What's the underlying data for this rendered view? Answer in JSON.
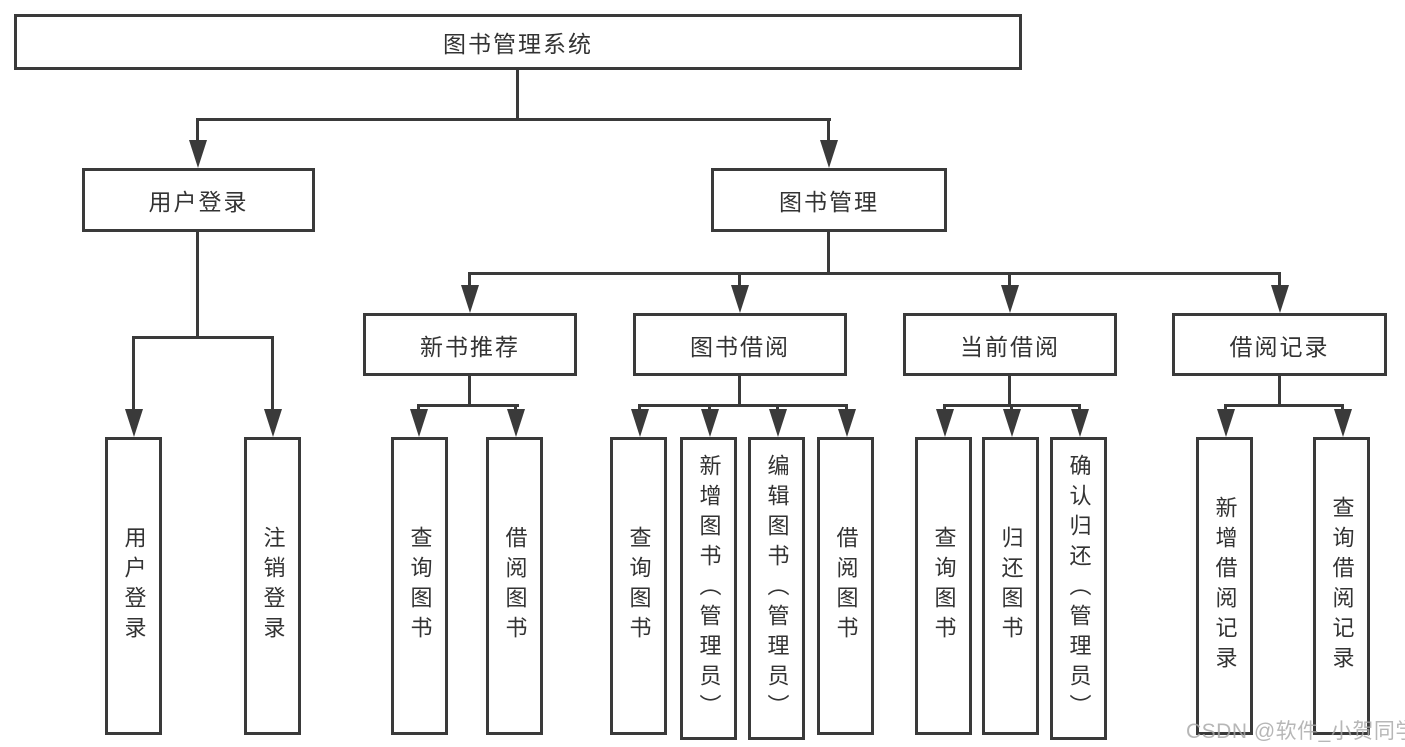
{
  "diagram_title": "图书管理系统",
  "watermark": "CSDN @软件_小贺同学",
  "colors": {
    "line": "#3a3a3a",
    "text": "#333333",
    "background": "#ffffff",
    "watermark": "#a8a8a8"
  },
  "level1": {
    "label": "图书管理系统"
  },
  "level2": [
    {
      "label": "用户登录"
    },
    {
      "label": "图书管理"
    }
  ],
  "level3": [
    {
      "label": "新书推荐",
      "parent": "图书管理"
    },
    {
      "label": "图书借阅",
      "parent": "图书管理"
    },
    {
      "label": "当前借阅",
      "parent": "图书管理"
    },
    {
      "label": "借阅记录",
      "parent": "图书管理"
    }
  ],
  "leaves": [
    {
      "label": "用户登录",
      "parent": "用户登录"
    },
    {
      "label": "注销登录",
      "parent": "用户登录"
    },
    {
      "label": "查询图书",
      "parent": "新书推荐"
    },
    {
      "label": "借阅图书",
      "parent": "新书推荐"
    },
    {
      "label": "查询图书",
      "parent": "图书借阅"
    },
    {
      "label": "新增图书（管理员）",
      "parent": "图书借阅"
    },
    {
      "label": "编辑图书（管理员）",
      "parent": "图书借阅"
    },
    {
      "label": "借阅图书",
      "parent": "图书借阅"
    },
    {
      "label": "查询图书",
      "parent": "当前借阅"
    },
    {
      "label": "归还图书",
      "parent": "当前借阅"
    },
    {
      "label": "确认归还（管理员）",
      "parent": "当前借阅"
    },
    {
      "label": "新增借阅记录",
      "parent": "借阅记录"
    },
    {
      "label": "查询借阅记录",
      "parent": "借阅记录"
    }
  ]
}
